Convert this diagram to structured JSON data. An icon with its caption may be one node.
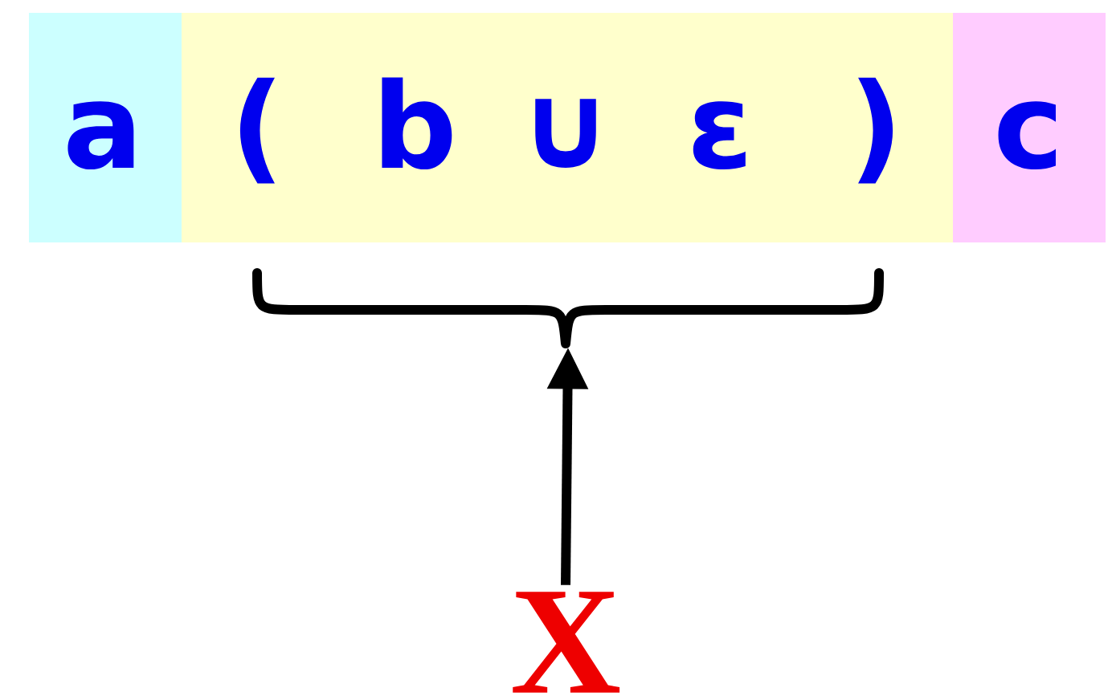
{
  "diagram": {
    "nodes": [
      {
        "text": [
          "a"
        ]
      },
      {
        "text": [
          "(",
          "b",
          "∪",
          "ε",
          ")"
        ]
      },
      {
        "text": [
          "c"
        ]
      },
      {
        "text": [],
        "shape": "brace"
      },
      {
        "text": [
          "X"
        ]
      }
    ],
    "edges": [
      {
        "from": 4,
        "to": 3,
        "arrow": "to"
      }
    ]
  }
}
